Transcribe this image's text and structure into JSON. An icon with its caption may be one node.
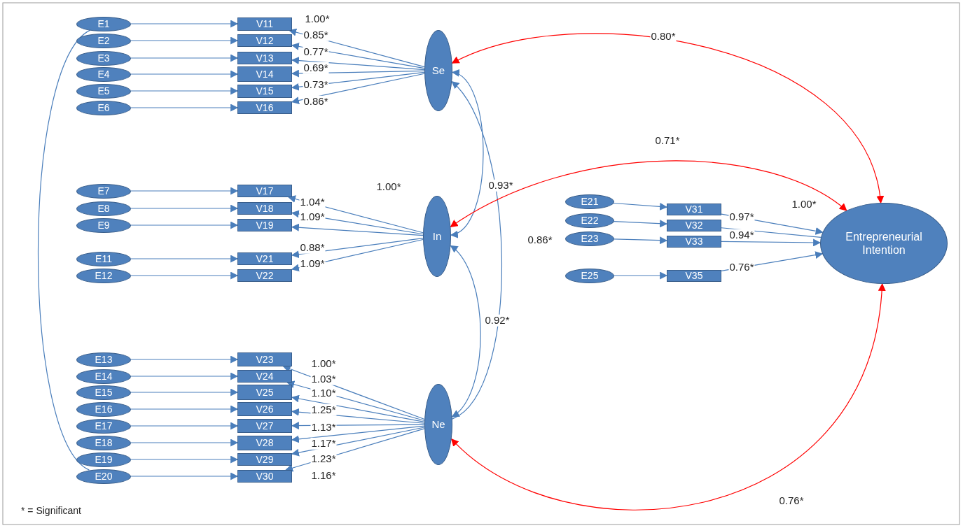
{
  "diagram": {
    "nodes": [
      {
        "text": [
          "E1"
        ]
      },
      {
        "text": [
          "E2"
        ]
      },
      {
        "text": [
          "E3"
        ]
      },
      {
        "text": [
          "E4"
        ]
      },
      {
        "text": [
          "E5"
        ]
      },
      {
        "text": [
          "E6"
        ]
      },
      {
        "text": [
          "V11"
        ]
      },
      {
        "text": [
          "V12"
        ]
      },
      {
        "text": [
          "V13"
        ]
      },
      {
        "text": [
          "V14"
        ]
      },
      {
        "text": [
          "V15"
        ]
      },
      {
        "text": [
          "V16"
        ]
      },
      {
        "text": [
          "Se"
        ]
      },
      {
        "text": [
          "E7"
        ]
      },
      {
        "text": [
          "E8"
        ]
      },
      {
        "text": [
          "E9"
        ]
      },
      {
        "text": [
          "E11"
        ]
      },
      {
        "text": [
          "E12"
        ]
      },
      {
        "text": [
          "V17"
        ]
      },
      {
        "text": [
          "V18"
        ]
      },
      {
        "text": [
          "V19"
        ]
      },
      {
        "text": [
          "V21"
        ]
      },
      {
        "text": [
          "V22"
        ]
      },
      {
        "text": [
          "In"
        ]
      },
      {
        "text": [
          "E13"
        ]
      },
      {
        "text": [
          "E14"
        ]
      },
      {
        "text": [
          "E15"
        ]
      },
      {
        "text": [
          "E16"
        ]
      },
      {
        "text": [
          "E17"
        ]
      },
      {
        "text": [
          "E18"
        ]
      },
      {
        "text": [
          "E19"
        ]
      },
      {
        "text": [
          "E20"
        ]
      },
      {
        "text": [
          "V23"
        ]
      },
      {
        "text": [
          "V24"
        ]
      },
      {
        "text": [
          "V25"
        ]
      },
      {
        "text": [
          "V26"
        ]
      },
      {
        "text": [
          "V27"
        ]
      },
      {
        "text": [
          "V28"
        ]
      },
      {
        "text": [
          "V29"
        ]
      },
      {
        "text": [
          "V30"
        ]
      },
      {
        "text": [
          "Ne"
        ]
      },
      {
        "text": [
          "E21"
        ]
      },
      {
        "text": [
          "E22"
        ]
      },
      {
        "text": [
          "E23"
        ]
      },
      {
        "text": [
          "E25"
        ]
      },
      {
        "text": [
          "V31"
        ]
      },
      {
        "text": [
          "V32"
        ]
      },
      {
        "text": [
          "V33"
        ]
      },
      {
        "text": [
          "V35"
        ]
      },
      {
        "text": [
          "Entrepreneurial Intention"
        ]
      }
    ],
    "edges": [
      {
        "from": 0,
        "to": 6,
        "arrow": "to"
      },
      {
        "from": 1,
        "to": 7,
        "arrow": "to"
      },
      {
        "from": 2,
        "to": 8,
        "arrow": "to"
      },
      {
        "from": 3,
        "to": 9,
        "arrow": "to"
      },
      {
        "from": 4,
        "to": 10,
        "arrow": "to"
      },
      {
        "from": 5,
        "to": 11,
        "arrow": "to"
      },
      {
        "from": 12,
        "to": 6,
        "arrow": "to",
        "label": "1.00*"
      },
      {
        "from": 12,
        "to": 7,
        "arrow": "to",
        "label": "0.85*"
      },
      {
        "from": 12,
        "to": 8,
        "arrow": "to",
        "label": "0.77*"
      },
      {
        "from": 12,
        "to": 9,
        "arrow": "to",
        "label": "0.69*"
      },
      {
        "from": 12,
        "to": 10,
        "arrow": "to",
        "label": "0.73*"
      },
      {
        "from": 12,
        "to": 11,
        "arrow": "to",
        "label": "0.86*"
      },
      {
        "from": 13,
        "to": 18,
        "arrow": "to"
      },
      {
        "from": 14,
        "to": 19,
        "arrow": "to"
      },
      {
        "from": 15,
        "to": 20,
        "arrow": "to"
      },
      {
        "from": 16,
        "to": 21,
        "arrow": "to"
      },
      {
        "from": 17,
        "to": 22,
        "arrow": "to"
      },
      {
        "from": 23,
        "to": 18,
        "arrow": "to",
        "label": "1.00*"
      },
      {
        "from": 23,
        "to": 19,
        "arrow": "to",
        "label": "1.04*"
      },
      {
        "from": 23,
        "to": 20,
        "arrow": "to",
        "label": "1.09*"
      },
      {
        "from": 23,
        "to": 21,
        "arrow": "to",
        "label": "0.88*"
      },
      {
        "from": 23,
        "to": 22,
        "arrow": "to",
        "label": "1.09*"
      },
      {
        "from": 24,
        "to": 32,
        "arrow": "to"
      },
      {
        "from": 25,
        "to": 33,
        "arrow": "to"
      },
      {
        "from": 26,
        "to": 34,
        "arrow": "to"
      },
      {
        "from": 27,
        "to": 35,
        "arrow": "to"
      },
      {
        "from": 28,
        "to": 36,
        "arrow": "to"
      },
      {
        "from": 29,
        "to": 37,
        "arrow": "to"
      },
      {
        "from": 30,
        "to": 38,
        "arrow": "to"
      },
      {
        "from": 31,
        "to": 39,
        "arrow": "to"
      },
      {
        "from": 40,
        "to": 32,
        "arrow": "to",
        "label": "1.00*"
      },
      {
        "from": 40,
        "to": 33,
        "arrow": "to",
        "label": "1.03*"
      },
      {
        "from": 40,
        "to": 34,
        "arrow": "to",
        "label": "1.10*"
      },
      {
        "from": 40,
        "to": 35,
        "arrow": "to",
        "label": "1.25*"
      },
      {
        "from": 40,
        "to": 36,
        "arrow": "to",
        "label": "1.13*"
      },
      {
        "from": 40,
        "to": 37,
        "arrow": "to",
        "label": "1.17*"
      },
      {
        "from": 40,
        "to": 38,
        "arrow": "to",
        "label": "1.23*"
      },
      {
        "from": 40,
        "to": 39,
        "arrow": "to",
        "label": "1.16*"
      },
      {
        "from": 41,
        "to": 45,
        "arrow": "to"
      },
      {
        "from": 42,
        "to": 46,
        "arrow": "to"
      },
      {
        "from": 43,
        "to": 47,
        "arrow": "to"
      },
      {
        "from": 44,
        "to": 48,
        "arrow": "to"
      },
      {
        "from": 45,
        "to": 49,
        "arrow": "to",
        "label": "1.00*"
      },
      {
        "from": 46,
        "to": 49,
        "arrow": "none",
        "label": "0.97*"
      },
      {
        "from": 47,
        "to": 49,
        "arrow": "to",
        "label": "0.94*"
      },
      {
        "from": 48,
        "to": 49,
        "arrow": "to",
        "label": "0.76*"
      },
      {
        "from": 0,
        "to": 31,
        "arrow": "none"
      },
      {
        "from": 23,
        "to": 12,
        "arrow": "both",
        "label": "0.93*"
      },
      {
        "from": 40,
        "to": 12,
        "arrow": "to",
        "label": "0.86*"
      },
      {
        "from": 23,
        "to": 40,
        "arrow": "both",
        "label": "0.92*"
      },
      {
        "from": 12,
        "to": 49,
        "arrow": "both",
        "label": "0.80*",
        "color": "#ff0000"
      },
      {
        "from": 23,
        "to": 49,
        "arrow": "both",
        "label": "0.71*",
        "color": "#ff0000"
      },
      {
        "from": 40,
        "to": 49,
        "arrow": "both",
        "label": "0.76*",
        "color": "#ff0000"
      }
    ],
    "labels": [
      "* = Significant"
    ]
  }
}
